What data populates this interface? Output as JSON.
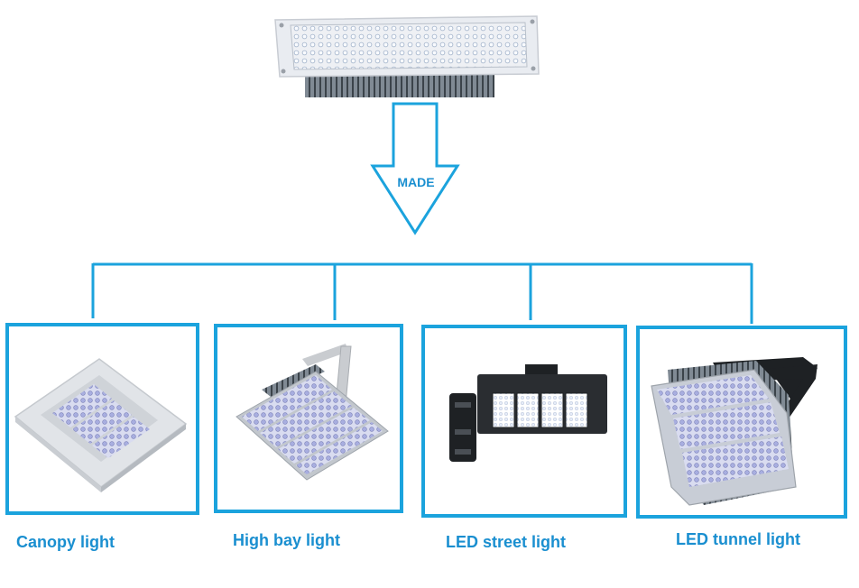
{
  "arrow": {
    "label": "MADE"
  },
  "products": [
    {
      "label": "Canopy light"
    },
    {
      "label": "High bay light"
    },
    {
      "label": "LED street light"
    },
    {
      "label": "LED tunnel light"
    }
  ],
  "colors": {
    "accent": "#1ba3dd",
    "label_text": "#1a8fd0"
  }
}
